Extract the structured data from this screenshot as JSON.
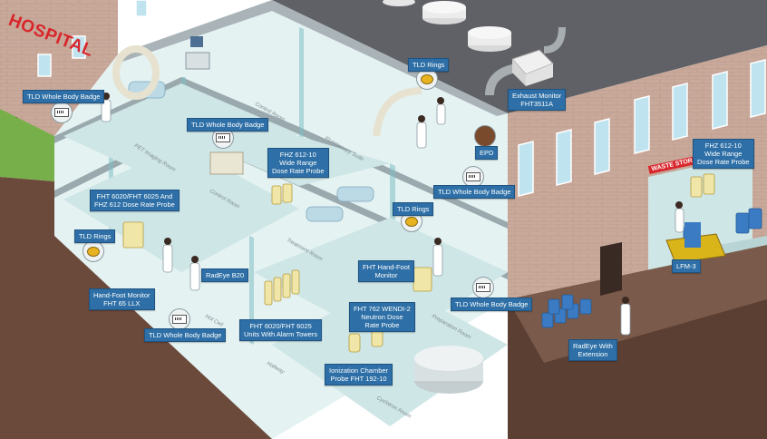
{
  "signs": {
    "hospital": "HOSPITAL",
    "waste_storage": "WASTE STORAGE"
  },
  "labels": {
    "tld_body_badge_1": "TLD Whole Body Badge",
    "tld_body_badge_2": "TLD Whole Body Badge",
    "tld_body_badge_3": "TLD Whole Body Badge",
    "tld_body_badge_4": "TLD Whole Body Badge",
    "tld_body_badge_5": "TLD Whole Body Badge",
    "tld_rings_1": "TLD Rings",
    "tld_rings_2": "TLD Rings",
    "tld_rings_3": "TLD Rings",
    "exhaust_monitor": "Exhaust Monitor\nFHT3511A",
    "epd": "EPD",
    "fhz_wide_range_1": "FHZ 612-10\nWide Range\nDose Rate Probe",
    "fhz_wide_range_2": "FHZ 612-10\nWide Range\nDose Rate Probe",
    "fht6020_fhz612": "FHT 6020/FHT 6025 And\nFHZ 612 Dose Rate Probe",
    "radeye_b20": "RadEye B20",
    "hand_foot_llx": "Hand-Foot Monitor\nFHT 65 LLX",
    "fht_hand_foot": "FHT Hand-Foot\nMonitor",
    "fht762": "FHT 762 WENDI-2\nNeutron Dose\nRate Probe",
    "fht6020_alarm": "FHT 6020/FHT 6025\nUnits With Alarm Towers",
    "ionization": "Ionization Chamber\nProbe FHT 192-10",
    "lfm3": "LFM-3",
    "radeye_ext": "RadEye With\nExtension"
  },
  "rooms": {
    "pet": "PET Imaging Room",
    "control_1": "Control Room",
    "control_2": "Control Room",
    "fluoroscopy": "Fluoroscopy Suite",
    "treatment": "Treatment Room",
    "hot_cell": "Hot Cell",
    "preparation": "Preparation Room",
    "hallway": "Hallway",
    "cyclotron": "Cyclotron Room"
  },
  "colors": {
    "label_bg": "#2d6fa6",
    "brick": "#c9a99a",
    "sign_red": "#d8262b",
    "room_floor": "#cfe6e6",
    "soil": "#6b4a3c"
  }
}
